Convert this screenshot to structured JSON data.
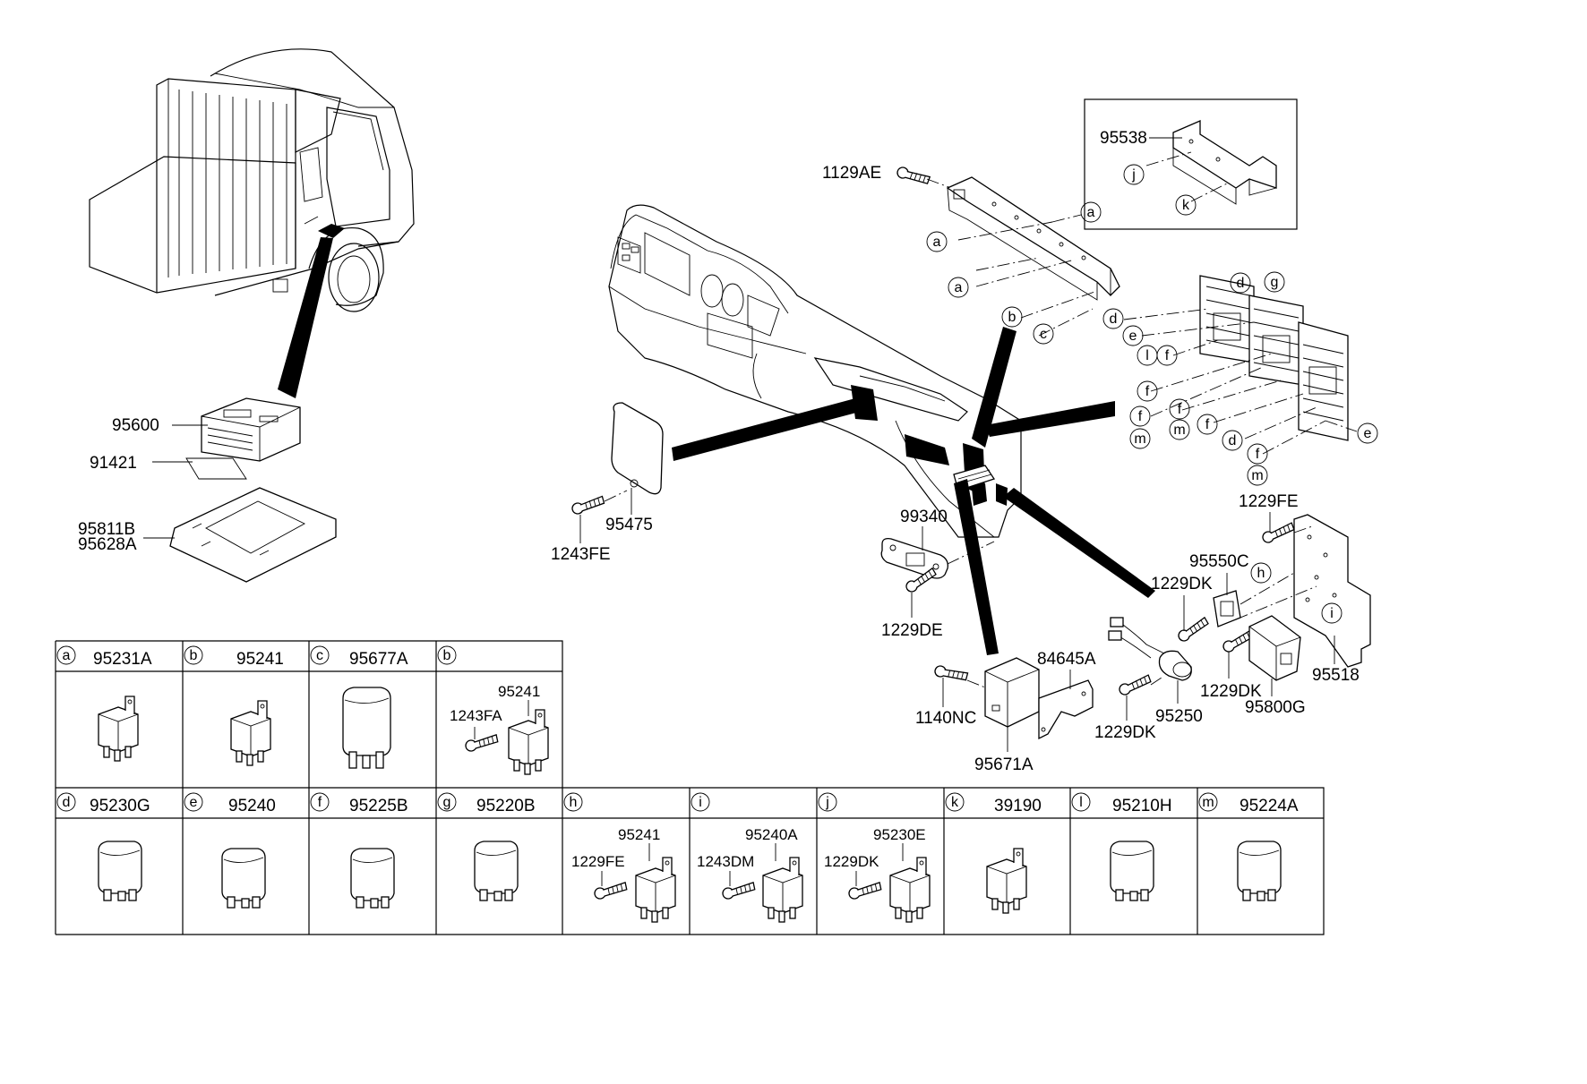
{
  "callouts": {
    "p95600": "95600",
    "p91421": "91421",
    "p95811B": "95811B",
    "p95628A": "95628A",
    "p1129AE": "1129AE",
    "p95538": "95538",
    "p95475": "95475",
    "p1243FE": "1243FE",
    "p99340": "99340",
    "p1229DE": "1229DE",
    "p1229FE": "1229FE",
    "p95550C": "95550C",
    "p1229DK_a": "1229DK",
    "p1229DK_b": "1229DK",
    "p1229DK_c": "1229DK",
    "p95518": "95518",
    "p95800G": "95800G",
    "p95250": "95250",
    "p84645A": "84645A",
    "p1140NC": "1140NC",
    "p95671A": "95671A"
  },
  "markers": {
    "a1": "a",
    "a2": "a",
    "a3": "a",
    "b1": "b",
    "c1": "c",
    "d1": "d",
    "d2": "d",
    "d3": "d",
    "e1": "e",
    "e2": "e",
    "f1": "f",
    "f2": "f",
    "f3": "f",
    "f4": "f",
    "f5": "f",
    "f6": "f",
    "g1": "g",
    "l1": "l",
    "m1": "m",
    "m2": "m",
    "m3": "m",
    "h1": "h",
    "i1": "i",
    "j1": "j",
    "k1": "k"
  },
  "legend_row1": [
    {
      "letter": "a",
      "part": "95231A"
    },
    {
      "letter": "b",
      "part": "95241"
    },
    {
      "letter": "c",
      "part": "95677A"
    },
    {
      "letter": "b",
      "part": "",
      "sub_part": "95241",
      "sub_bolt": "1243FA"
    }
  ],
  "legend_row2": [
    {
      "letter": "d",
      "part": "95230G"
    },
    {
      "letter": "e",
      "part": "95240"
    },
    {
      "letter": "f",
      "part": "95225B"
    },
    {
      "letter": "g",
      "part": "95220B"
    },
    {
      "letter": "h",
      "part": "",
      "sub_part": "95241",
      "sub_bolt": "1229FE"
    },
    {
      "letter": "i",
      "part": "",
      "sub_part": "95240A",
      "sub_bolt": "1243DM"
    },
    {
      "letter": "j",
      "part": "",
      "sub_part": "95230E",
      "sub_bolt": "1229DK"
    },
    {
      "letter": "k",
      "part": "39190"
    },
    {
      "letter": "l",
      "part": "95210H"
    },
    {
      "letter": "m",
      "part": "95224A"
    }
  ]
}
